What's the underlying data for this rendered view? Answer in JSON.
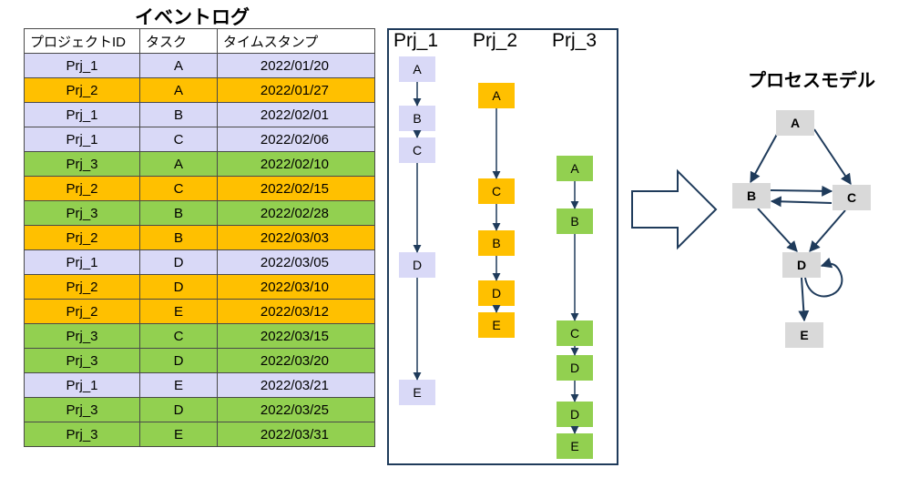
{
  "event_log": {
    "title": "イベントログ",
    "headers": [
      "プロジェクトID",
      "タスク",
      "タイムスタンプ"
    ],
    "rows": [
      {
        "project": "Prj_1",
        "task": "A",
        "timestamp": "2022/01/20"
      },
      {
        "project": "Prj_2",
        "task": "A",
        "timestamp": "2022/01/27"
      },
      {
        "project": "Prj_1",
        "task": "B",
        "timestamp": "2022/02/01"
      },
      {
        "project": "Prj_1",
        "task": "C",
        "timestamp": "2022/02/06"
      },
      {
        "project": "Prj_3",
        "task": "A",
        "timestamp": "2022/02/10"
      },
      {
        "project": "Prj_2",
        "task": "C",
        "timestamp": "2022/02/15"
      },
      {
        "project": "Prj_3",
        "task": "B",
        "timestamp": "2022/02/28"
      },
      {
        "project": "Prj_2",
        "task": "B",
        "timestamp": "2022/03/03"
      },
      {
        "project": "Prj_1",
        "task": "D",
        "timestamp": "2022/03/05"
      },
      {
        "project": "Prj_2",
        "task": "D",
        "timestamp": "2022/03/10"
      },
      {
        "project": "Prj_2",
        "task": "E",
        "timestamp": "2022/03/12"
      },
      {
        "project": "Prj_3",
        "task": "C",
        "timestamp": "2022/03/15"
      },
      {
        "project": "Prj_3",
        "task": "D",
        "timestamp": "2022/03/20"
      },
      {
        "project": "Prj_1",
        "task": "E",
        "timestamp": "2022/03/21"
      },
      {
        "project": "Prj_3",
        "task": "D",
        "timestamp": "2022/03/25"
      },
      {
        "project": "Prj_3",
        "task": "E",
        "timestamp": "2022/03/31"
      }
    ]
  },
  "colors": {
    "Prj_1": "#d9d9f7",
    "Prj_2": "#ffc000",
    "Prj_3": "#92d050",
    "arrow": "#1f3b5b",
    "model_node": "#d9d9d9"
  },
  "timeline": {
    "projects": [
      {
        "name": "Prj_1",
        "tasks": [
          "A",
          "B",
          "C",
          "D",
          "E"
        ]
      },
      {
        "name": "Prj_2",
        "tasks": [
          "A",
          "C",
          "B",
          "D",
          "E"
        ]
      },
      {
        "name": "Prj_3",
        "tasks": [
          "A",
          "B",
          "C",
          "D",
          "D",
          "E"
        ]
      }
    ]
  },
  "process_model": {
    "title": "プロセスモデル",
    "nodes": [
      "A",
      "B",
      "C",
      "D",
      "E"
    ],
    "edges": [
      [
        "A",
        "B"
      ],
      [
        "A",
        "C"
      ],
      [
        "B",
        "C"
      ],
      [
        "C",
        "B"
      ],
      [
        "B",
        "D"
      ],
      [
        "C",
        "D"
      ],
      [
        "D",
        "D"
      ],
      [
        "D",
        "E"
      ]
    ]
  }
}
